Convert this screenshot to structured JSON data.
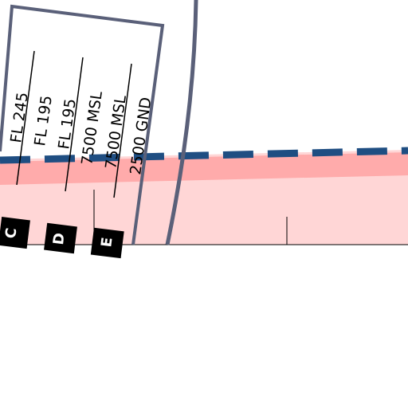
{
  "map": {
    "colors": {
      "airspace_fill": "#ffd6d6",
      "airspace_band": "#ffabab",
      "boundary_dash": "#1f4e82",
      "callout_box": "#5a6079",
      "text": "#000000",
      "letter_box": "#000000",
      "letter_text": "#ffffff",
      "page": "#ffffff"
    },
    "altitude_labels": {
      "l1": "FL 245",
      "l2": "FL 195",
      "l3": "FL 195",
      "l4": "7500 MSL",
      "l5": "7500 MSL",
      "l6": "2500 GND"
    },
    "airspace_letters": {
      "c": "C",
      "d": "D",
      "e": "E"
    }
  }
}
